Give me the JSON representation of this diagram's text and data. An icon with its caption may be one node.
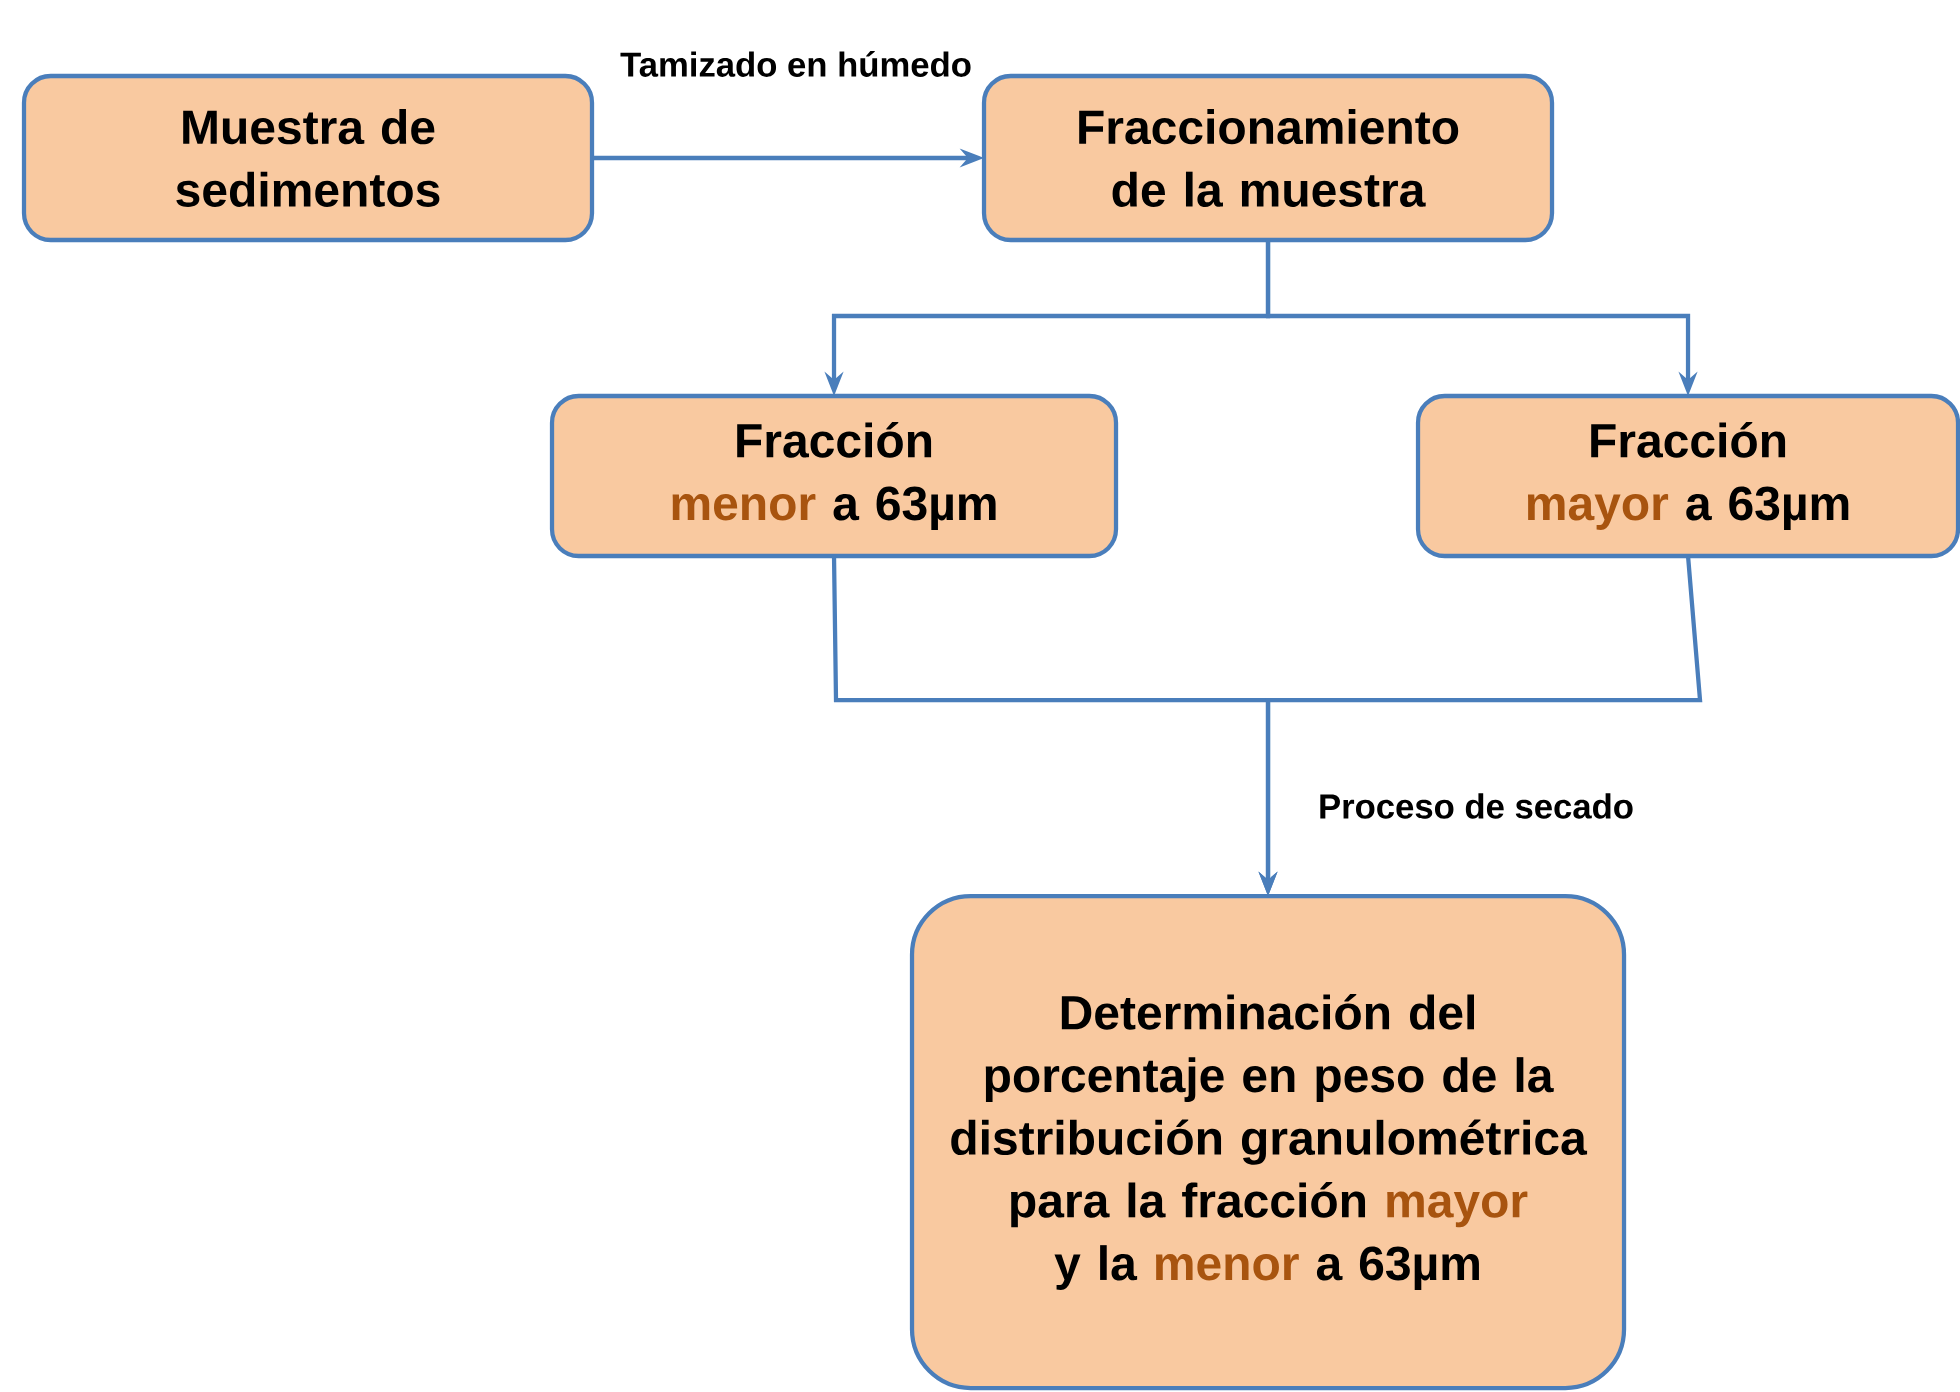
{
  "diagram": {
    "nodes": [
      {
        "text": [
          "Muestra de sedimentos"
        ]
      },
      {
        "text": [
          "Fraccionamiento de la muestra"
        ]
      },
      {
        "text": [
          "Fracción **menor** a 63µm"
        ]
      },
      {
        "text": [
          "Fracción **mayor** a 63µm"
        ]
      },
      {
        "text": [
          "Determinación del porcentaje en peso de la distribución granulométrica para la fracción **mayor** y la **menor** a 63µm"
        ]
      }
    ],
    "edges": [
      {
        "from": 0,
        "to": 1,
        "arrow": "to",
        "label": "Tamizado en húmedo"
      },
      {
        "from": 1,
        "to": 2,
        "arrow": "to"
      },
      {
        "from": 1,
        "to": 3,
        "arrow": "to"
      },
      {
        "from": 2,
        "to": 4,
        "arrow": "to"
      },
      {
        "from": 3,
        "to": 4,
        "arrow": "to",
        "label": "Proceso de secado"
      }
    ]
  }
}
